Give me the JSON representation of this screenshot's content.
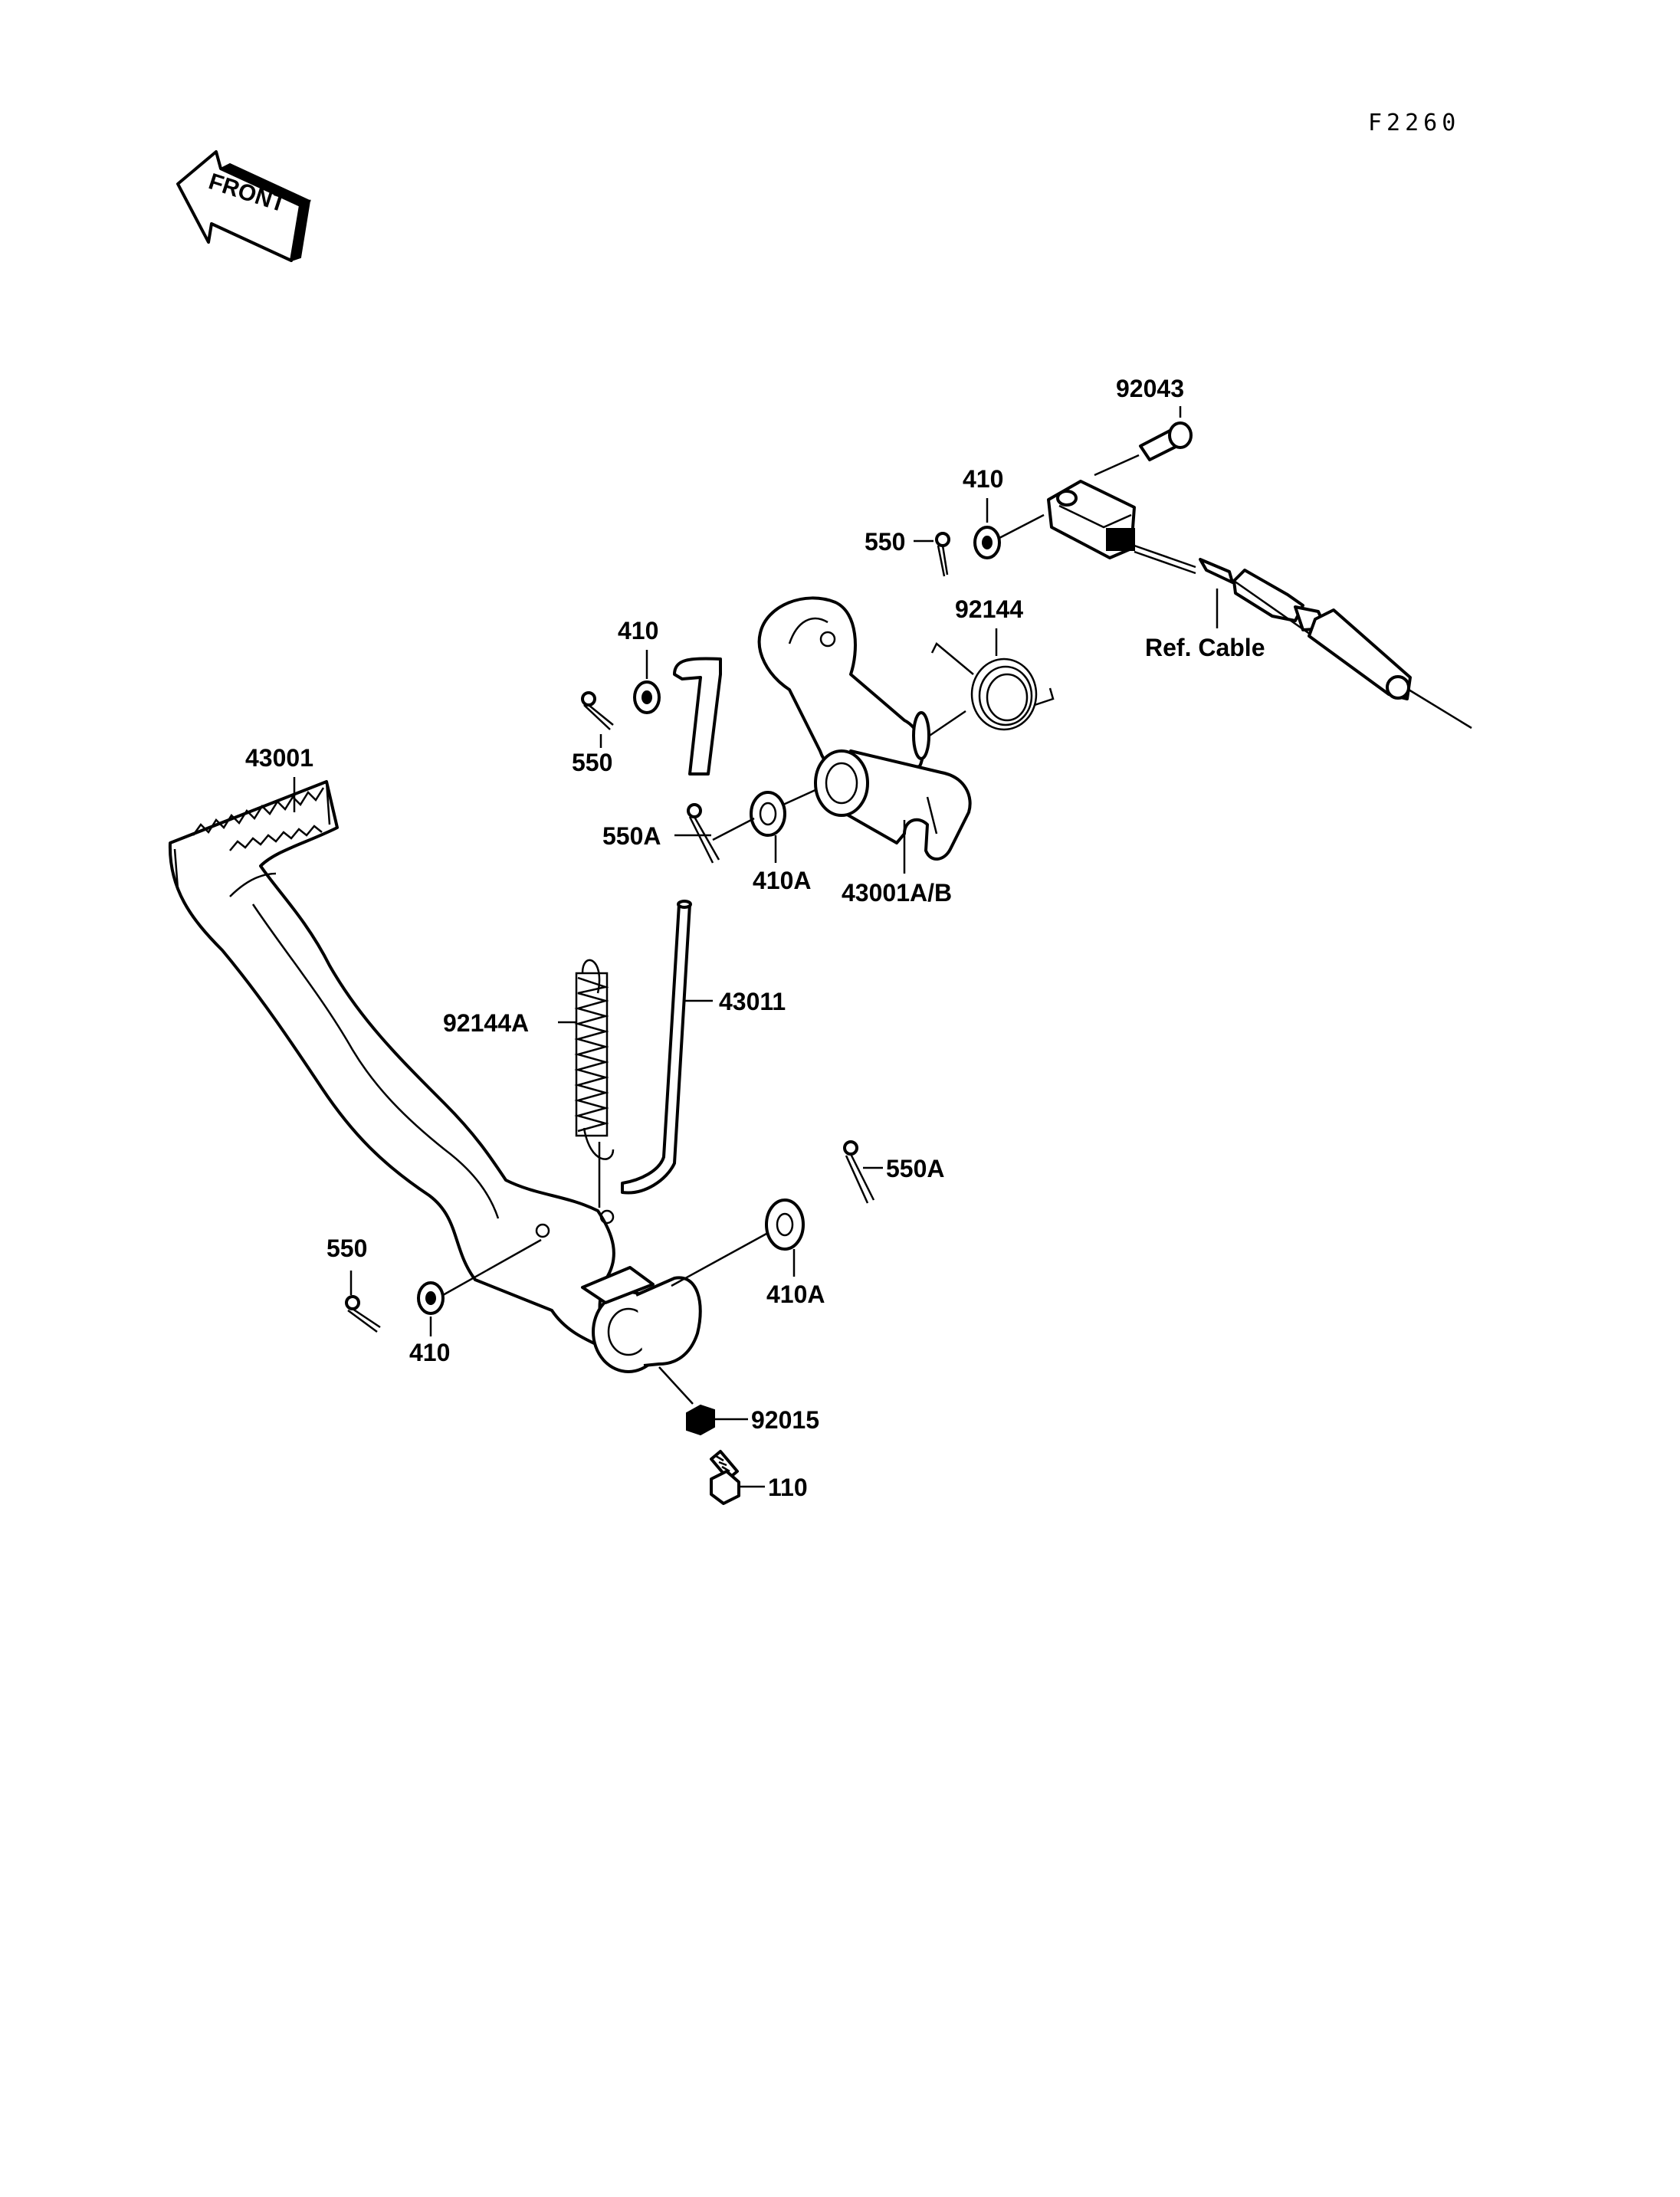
{
  "diagram_code": "F2260",
  "front_label": "FRONT",
  "labels": {
    "p92043": "92043",
    "p410_top": "410",
    "p550_top": "550",
    "p92144": "92144",
    "p_ref_cable": "Ref. Cable",
    "p410_mid": "410",
    "p550_mid": "550",
    "p43001": "43001",
    "p550A_mid": "550A",
    "p410A_mid": "410A",
    "p43001AB": "43001A/B",
    "p92144A": "92144A",
    "p43011": "43011",
    "p550A_low": "550A",
    "p410A_low": "410A",
    "p550_low": "550",
    "p410_low": "410",
    "p92015": "92015",
    "p110": "110"
  }
}
